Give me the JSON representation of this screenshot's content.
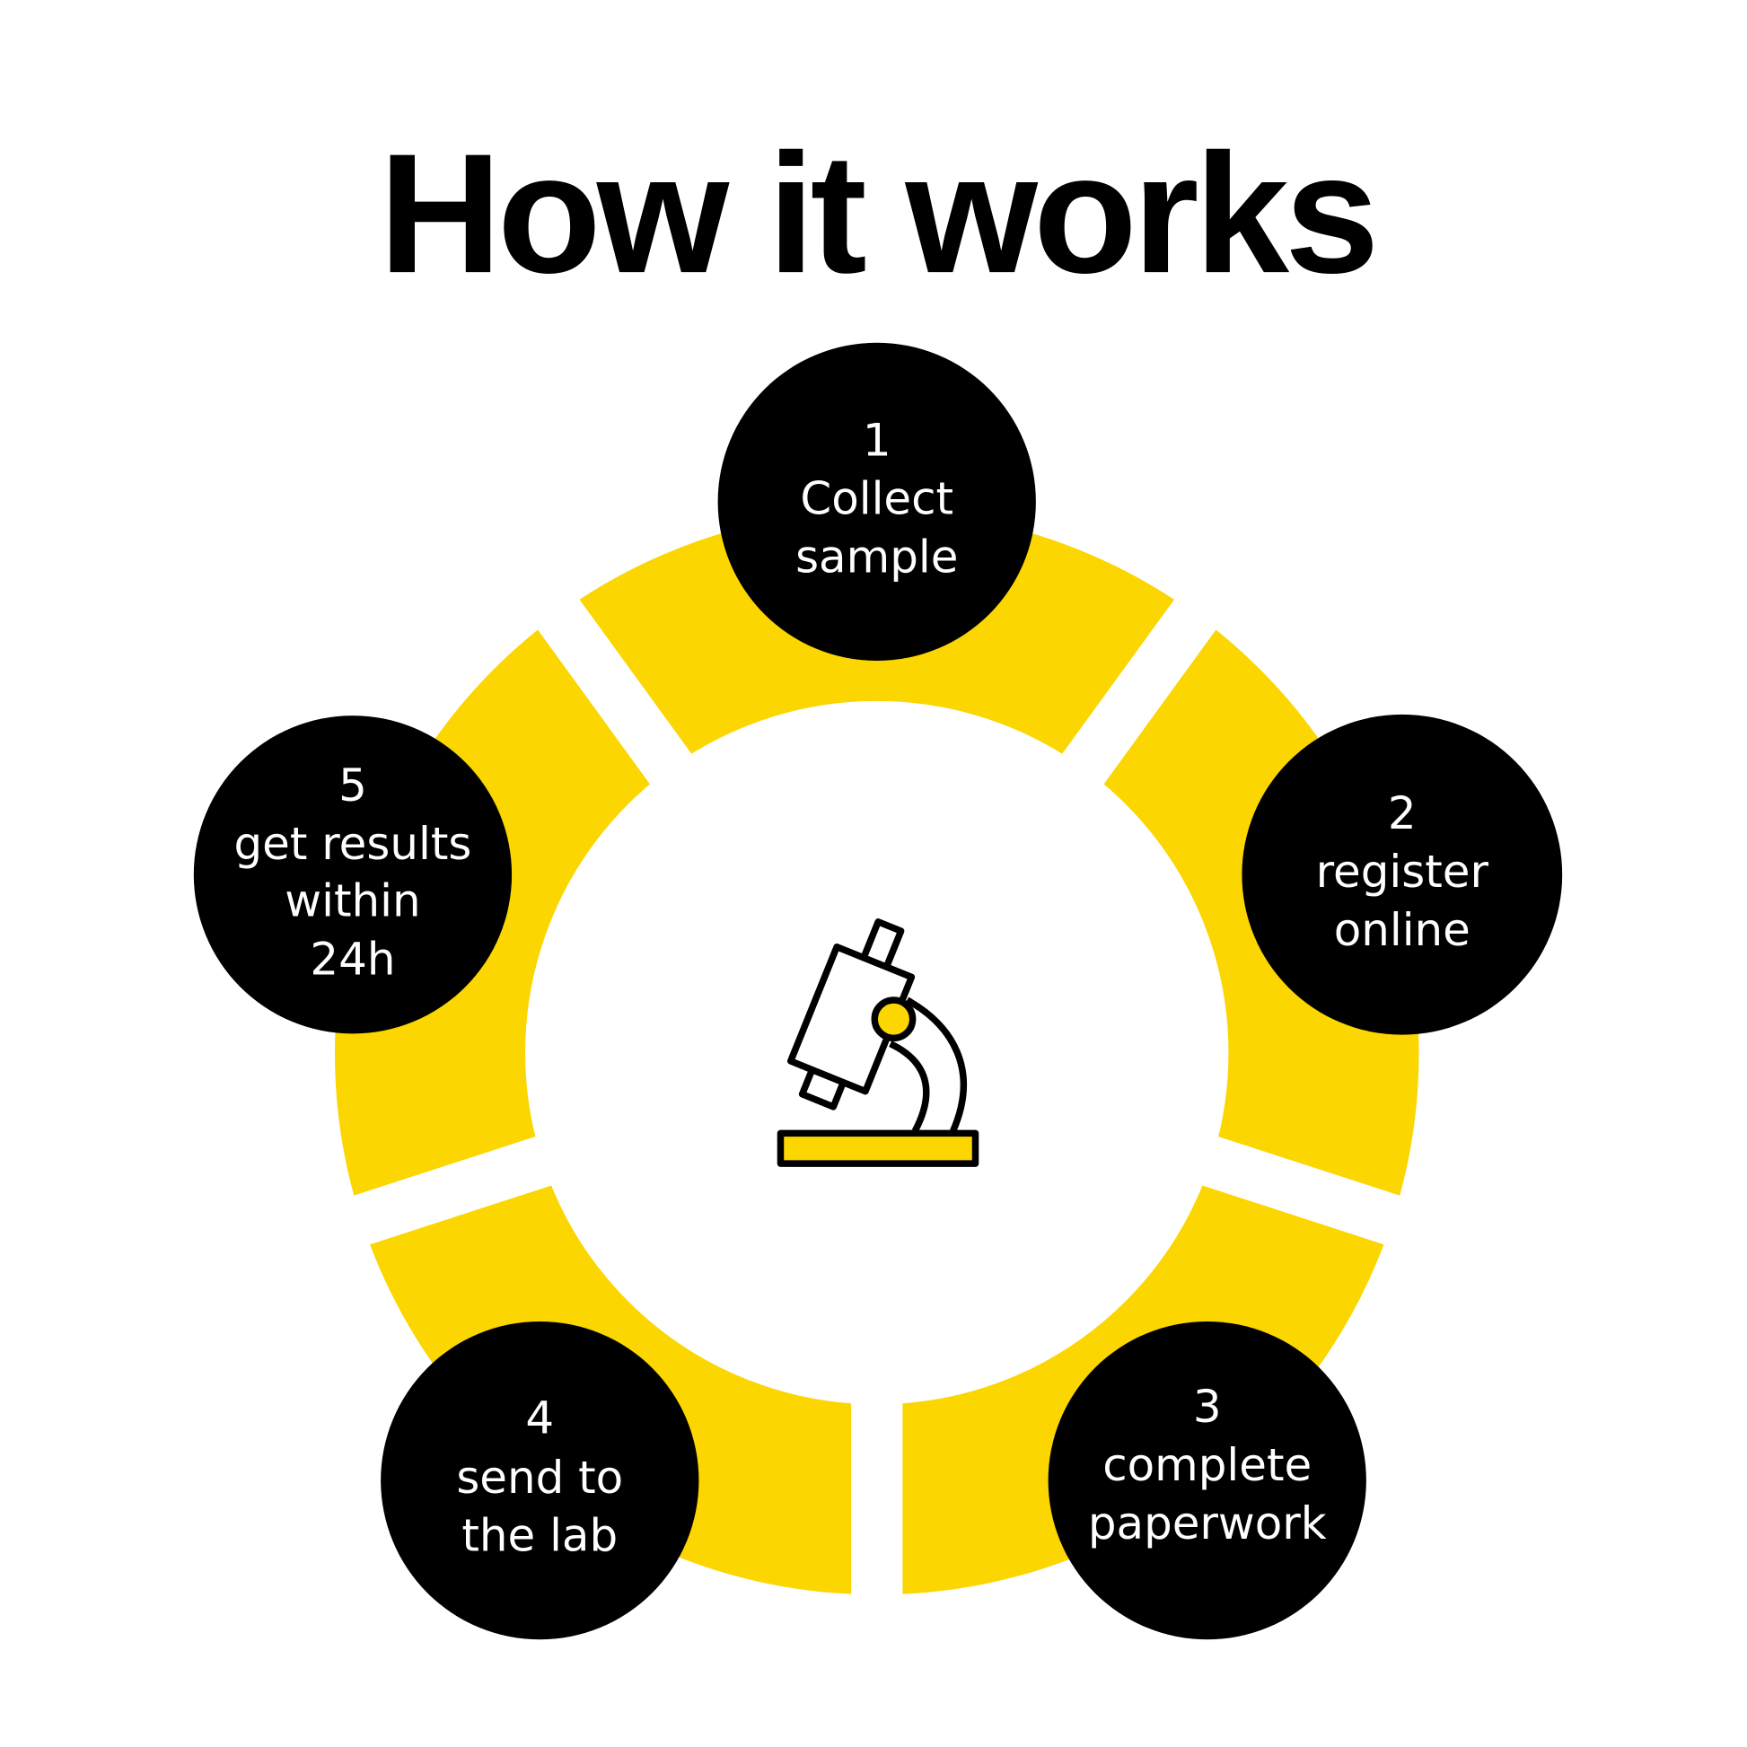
{
  "title": "How it works",
  "colors": {
    "accent": "#FBD600",
    "dark": "#000000",
    "text": "#FFFFFF"
  },
  "center_icon": "microscope-icon",
  "steps": [
    {
      "number": "1",
      "lines": [
        "Collect",
        "sample"
      ]
    },
    {
      "number": "2",
      "lines": [
        "register",
        "online"
      ]
    },
    {
      "number": "3",
      "lines": [
        "complete",
        "paperwork"
      ]
    },
    {
      "number": "4",
      "lines": [
        "send to",
        "the lab"
      ]
    },
    {
      "number": "5",
      "lines": [
        "get results",
        "within",
        "24h"
      ]
    }
  ]
}
